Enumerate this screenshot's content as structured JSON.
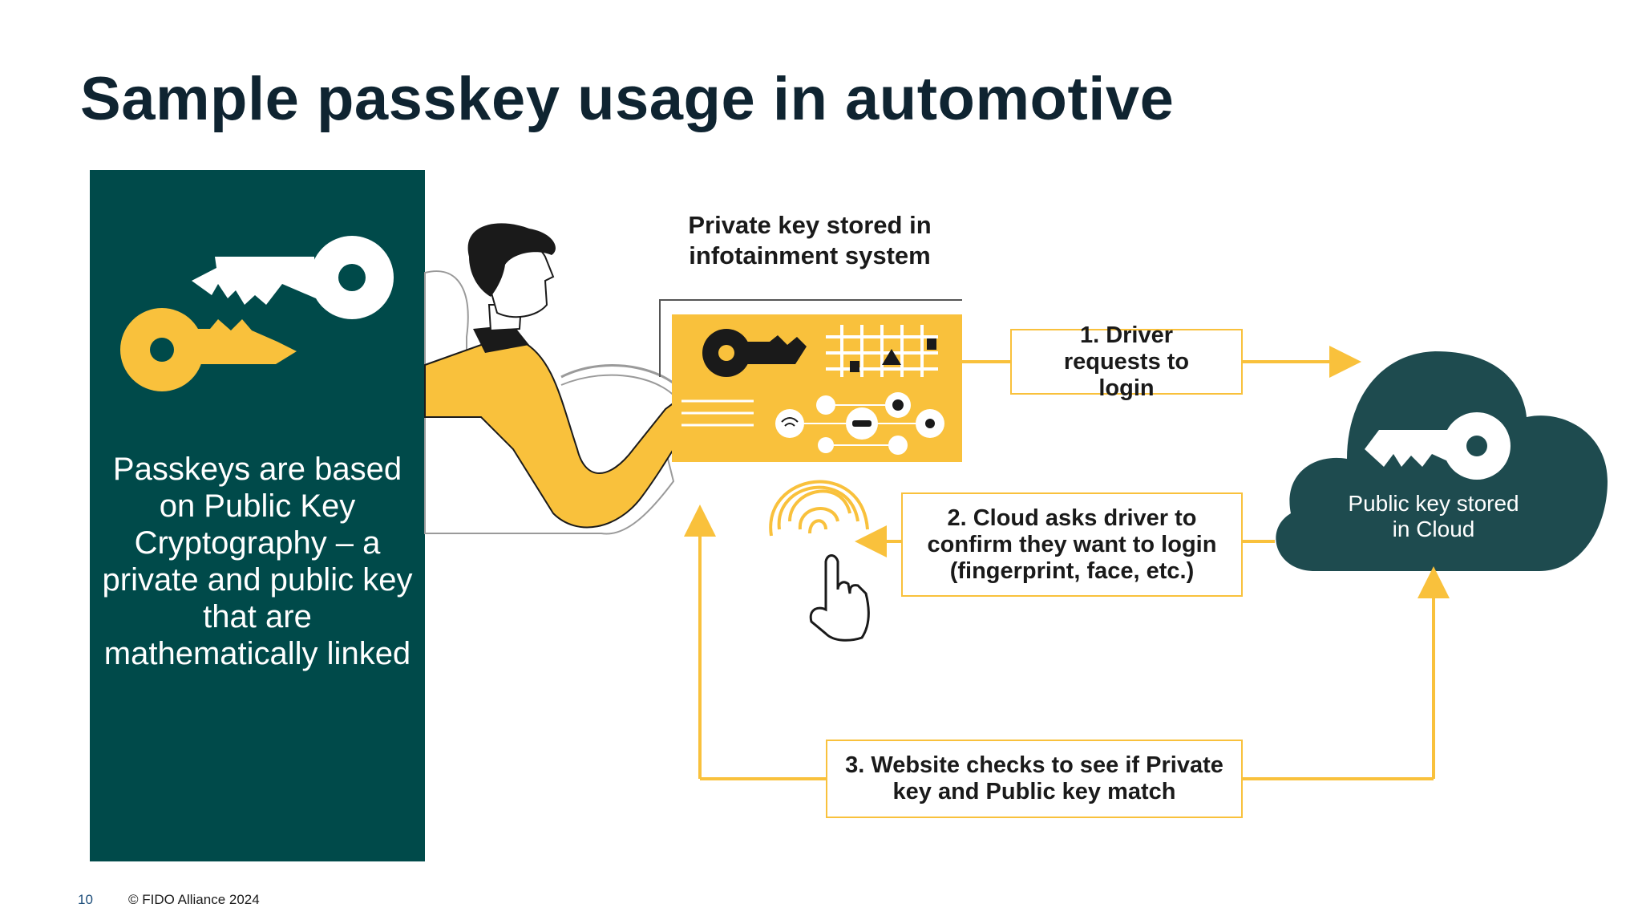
{
  "title": "Sample passkey usage in automotive",
  "left_panel": {
    "text": "Passkeys are based on Public Key Cryptography – a private and public key that are mathematically linked",
    "bg_color": "#004a4a",
    "icons": [
      "white-key-icon",
      "yellow-key-icon"
    ]
  },
  "diagram": {
    "private_key_label": "Private key stored in infotainment system",
    "step1": "1. Driver requests to login",
    "step2": "2. Cloud asks driver to confirm they want to login (fingerprint, face, etc.)",
    "step3": "3. Website checks to see if Private key and Public key match",
    "cloud_label": "Public key stored in Cloud",
    "accent_color": "#f9c13c",
    "cloud_color": "#1e4b4f"
  },
  "footer": {
    "page_number": "10",
    "copyright": "© FIDO Alliance 2024"
  }
}
